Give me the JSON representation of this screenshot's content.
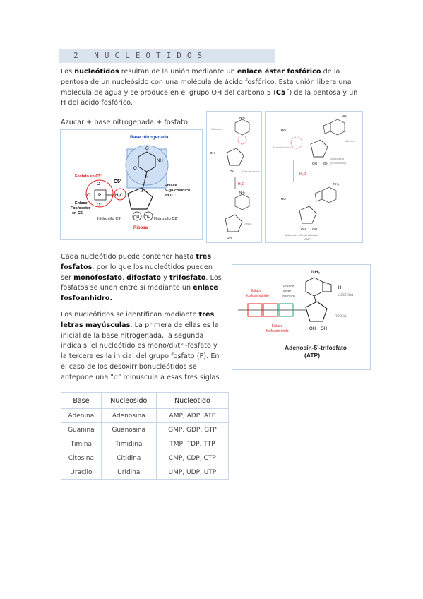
{
  "heading": "2 NUCLEOTIDOS",
  "intro": {
    "p1": "Los ",
    "b1": "nucleótidos",
    "p2": " resultan de la unión mediante un ",
    "b2": "enlace éster fosfórico",
    "p3": " de la pentosa de un nucleósido con una molécula de ácido fosfórico. Esta unión libera una molécula de agua y se produce en el grupo OH del carbono 5 (",
    "b3": "C5´",
    "p4": ") de la pentosa y un H del ácido fosfórico."
  },
  "formula": "Azucar + base nitrogenada + fosfato.",
  "fig1": {
    "base": "Base nitrogenada",
    "c5": "C5'",
    "fosfato": "Fosfato en C5'",
    "enlace_n": "Enlace",
    "enlace_n2": "N-glucosídico",
    "enlace_n3": "en C1'",
    "enlace_f": "Enlace",
    "enlace_f2": "Fosfoester",
    "enlace_f3": "en C5'",
    "hidro3": "Hidroxilo C3'",
    "hidro2": "Hidroxilo C2'",
    "ribosa": "Ribosa",
    "o1": "O",
    "o2": "O⁻",
    "o3": "⁻O",
    "p": "P",
    "h2c": "H₂C",
    "oh1": "OH",
    "oh2": "OH",
    "nh": "NH",
    "n": "N",
    "h": "H"
  },
  "fig2": {
    "citosina": "Citosina",
    "desoxirr": "Desoxirribosa",
    "water": "H₂O",
    "dcmp": "Desox.",
    "nh2": "NH₂",
    "oh": "OH"
  },
  "fig3": {
    "adenina": "Adenina",
    "acido": "Ácido fosfórico",
    "adenosina": "Adenosina",
    "nucleosido": "(Nucleósido)",
    "water": "H₂O",
    "amp": "Adenosín - 5'-monofosfato",
    "amp2": "(AMP)",
    "nh2": "NH₂",
    "oh": "OH",
    "ho": "HO"
  },
  "para2": {
    "p1": "Cada nucleótido puede contener hasta ",
    "b1": "tres fosfatos",
    "p2": ", por lo que los nucleótidos pueden ser ",
    "b2": "monofosfato",
    "p3": ", ",
    "b3": "difosfato",
    "p4": " y ",
    "b4": "trifosfato",
    "p5": ". Los fosfatos se unen entre sí mediante un ",
    "b5": "enlace fosfoanhidro."
  },
  "para3": {
    "p1": "Los nucleótidos se identifican mediante ",
    "b1": "tres letras mayúsculas",
    "p2": ". La primera de ellas es la inicial de la base nitrogenada, la segunda indica si el nucleótido es mono/di/tri-fosfato y la tercera es la inicial del grupo fosfato (P). En el caso de los desoxirribonucleótidos se antepone una \"d\" minúscula a esas tres siglas."
  },
  "fig4": {
    "nh2": "NH₂",
    "adenina": "adenina",
    "enlace_fa1": "Enlace",
    "enlace_fa2": "fosfoanhídrido",
    "enlace_ef1": "Enlace",
    "enlace_ef2": "éster",
    "enlace_ef3": "fosfórico",
    "enlace_fb1": "Enlace",
    "enlace_fb2": "fosfoanhídrido",
    "ribosa": "ribosa",
    "caption1": "Adenosín-5'-trifosfato",
    "caption2": "(ATP)",
    "oh": "OH",
    "h": "H"
  },
  "table": {
    "headers": [
      "Base",
      "Nucleosido",
      "Nucleotido"
    ],
    "rows": [
      [
        "Adenina",
        "Adenosina",
        "AMP, ADP, ATP"
      ],
      [
        "Guanina",
        "Guanosina",
        "GMP, GDP, GTP"
      ],
      [
        "Timina",
        "Timidina",
        "TMP, TDP, TTP"
      ],
      [
        "Citosina",
        "Citidina",
        "CMP, CDP, CTP"
      ],
      [
        "Uracilo",
        "Uridina",
        "UMP, UDP, UTP"
      ]
    ]
  }
}
